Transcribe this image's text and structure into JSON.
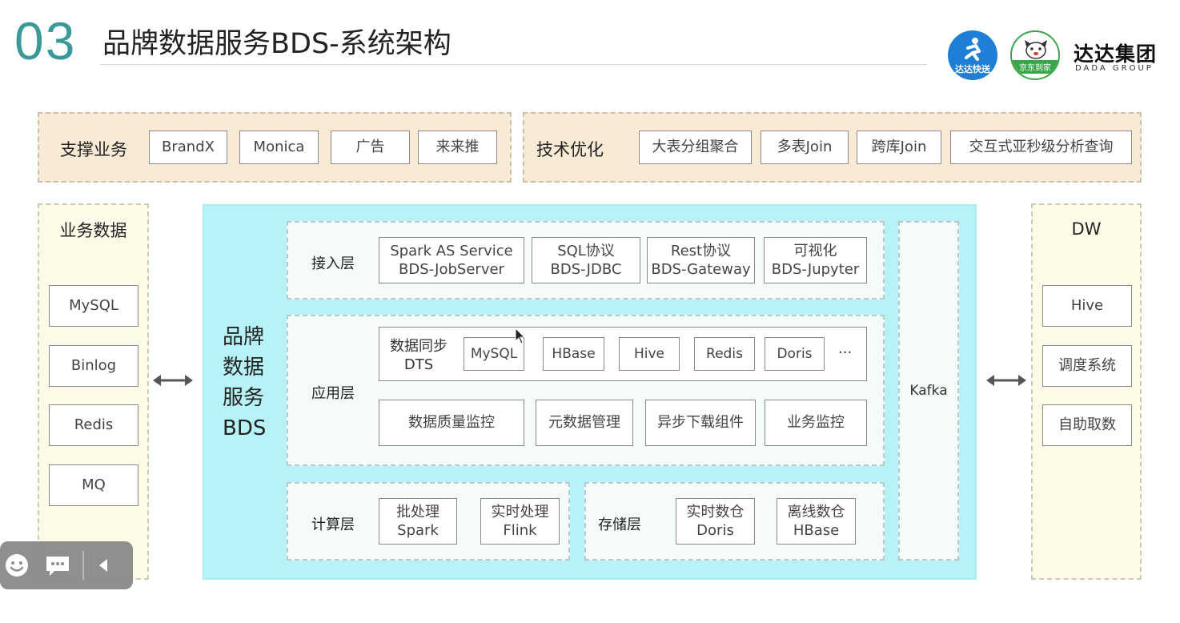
{
  "header": {
    "slide_number": "03",
    "title": "品牌数据服务BDS-系统架构",
    "logos": {
      "dada_caption": "达达快送",
      "jd_caption": "京东到家",
      "group_cn": "达达集团",
      "group_en": "DADA GROUP"
    }
  },
  "support": {
    "label": "支撑业务",
    "items": [
      "BrandX",
      "Monica",
      "广告",
      "来来推"
    ]
  },
  "tech": {
    "label": "技术优化",
    "items": [
      "大表分组聚合",
      "多表Join",
      "跨库Join",
      "交互式亚秒级分析查询"
    ]
  },
  "biz_data": {
    "label": "业务数据",
    "items": [
      "MySQL",
      "Binlog",
      "Redis",
      "MQ"
    ]
  },
  "bds": {
    "label_lines": [
      "品牌",
      "数据",
      "服务",
      "BDS"
    ],
    "access_layer": {
      "label": "接入层",
      "items": [
        {
          "line1": "Spark AS Service",
          "line2": "BDS-JobServer"
        },
        {
          "line1": "SQL协议",
          "line2": "BDS-JDBC"
        },
        {
          "line1": "Rest协议",
          "line2": "BDS-Gateway"
        },
        {
          "line1": "可视化",
          "line2": "BDS-Jupyter"
        }
      ]
    },
    "app_layer": {
      "label": "应用层",
      "sync_label_line1": "数据同步",
      "sync_label_line2": "DTS",
      "sync_targets": [
        "MySQL",
        "HBase",
        "Hive",
        "Redis",
        "Doris"
      ],
      "sync_more": "···",
      "modules": [
        "数据质量监控",
        "元数据管理",
        "异步下载组件",
        "业务监控"
      ]
    },
    "compute_layer": {
      "label": "计算层",
      "items": [
        {
          "line1": "批处理",
          "line2": "Spark"
        },
        {
          "line1": "实时处理",
          "line2": "Flink"
        }
      ]
    },
    "storage_layer": {
      "label": "存储层",
      "items": [
        {
          "line1": "实时数仓",
          "line2": "Doris"
        },
        {
          "line1": "离线数仓",
          "line2": "HBase"
        }
      ]
    },
    "kafka": "Kafka"
  },
  "dw": {
    "label": "DW",
    "items": [
      "Hive",
      "调度系统",
      "自助取数"
    ]
  },
  "colors": {
    "accent_teal": "#3a9a9a",
    "panel_beige": "#f8ead4",
    "panel_cream": "#fdfbe8",
    "panel_cyan": "#b7f3f6"
  },
  "toolbar": {
    "icons": [
      "smiley-icon",
      "chat-bubble-icon",
      "collapse-left-icon"
    ]
  }
}
